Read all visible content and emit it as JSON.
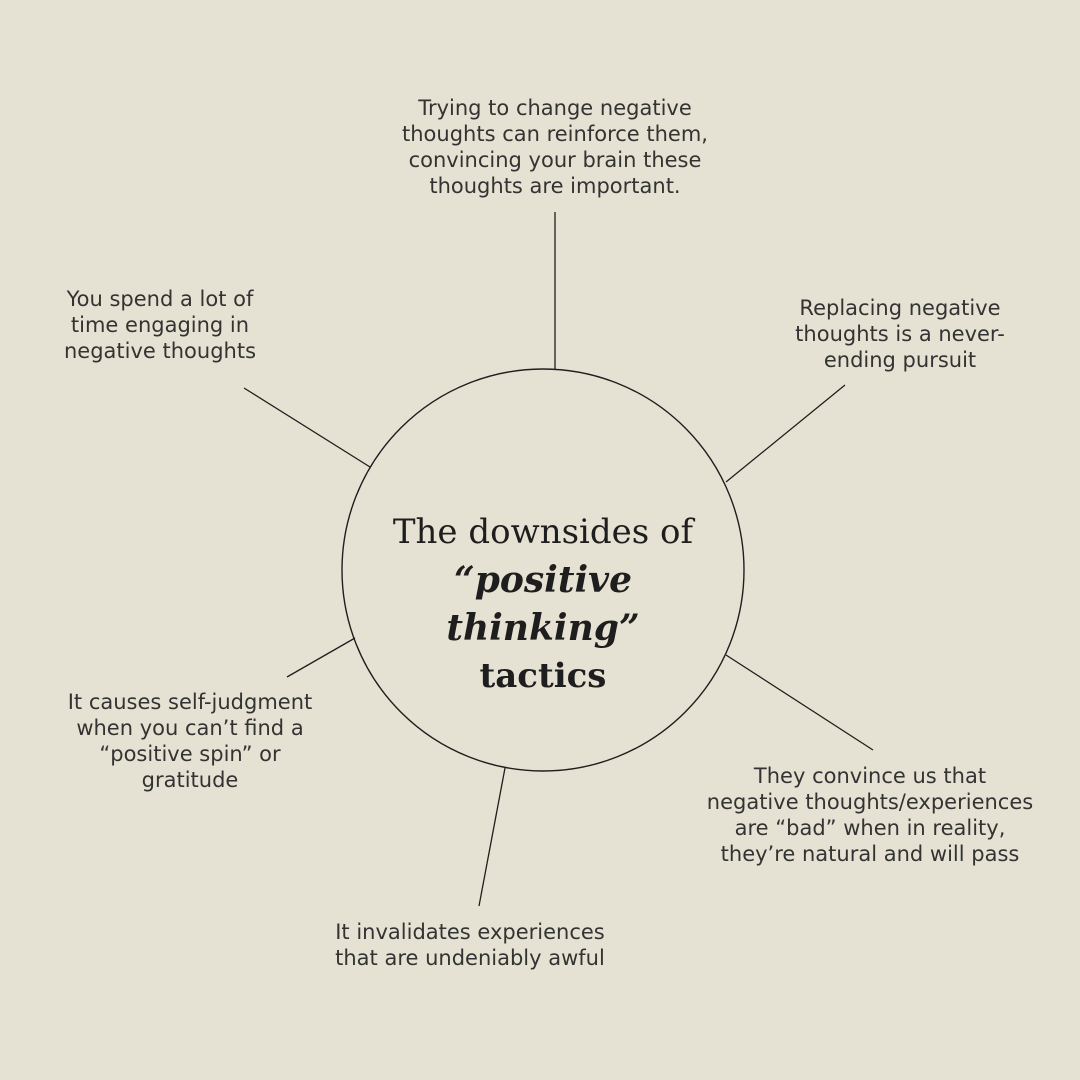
{
  "diagram": {
    "hub": {
      "line1": "The downsides of",
      "line2": "“positive thinking”",
      "line3": "tactics"
    },
    "nodes": [
      {
        "id": "top",
        "text": "Trying to change negative\nthoughts can reinforce them,\nconvincing your brain these\nthoughts are important."
      },
      {
        "id": "right-upper",
        "text": "Replacing negative\nthoughts is a never-\nending pursuit"
      },
      {
        "id": "right-lower",
        "text": "They convince us that\nnegative thoughts/experiences\nare “bad” when in reality,\nthey’re natural and will pass"
      },
      {
        "id": "bottom",
        "text": "It invalidates experiences\nthat are undeniably awful"
      },
      {
        "id": "left-lower",
        "text": "It causes self-judgment\nwhen you can’t find a\n“positive spin” or\ngratitude"
      },
      {
        "id": "left-upper",
        "text": "You spend a lot of\ntime engaging in\nnegative thoughts"
      }
    ]
  },
  "colors": {
    "background": "#e6e2d3",
    "stroke": "#1e1e1e",
    "text": "#333333"
  }
}
